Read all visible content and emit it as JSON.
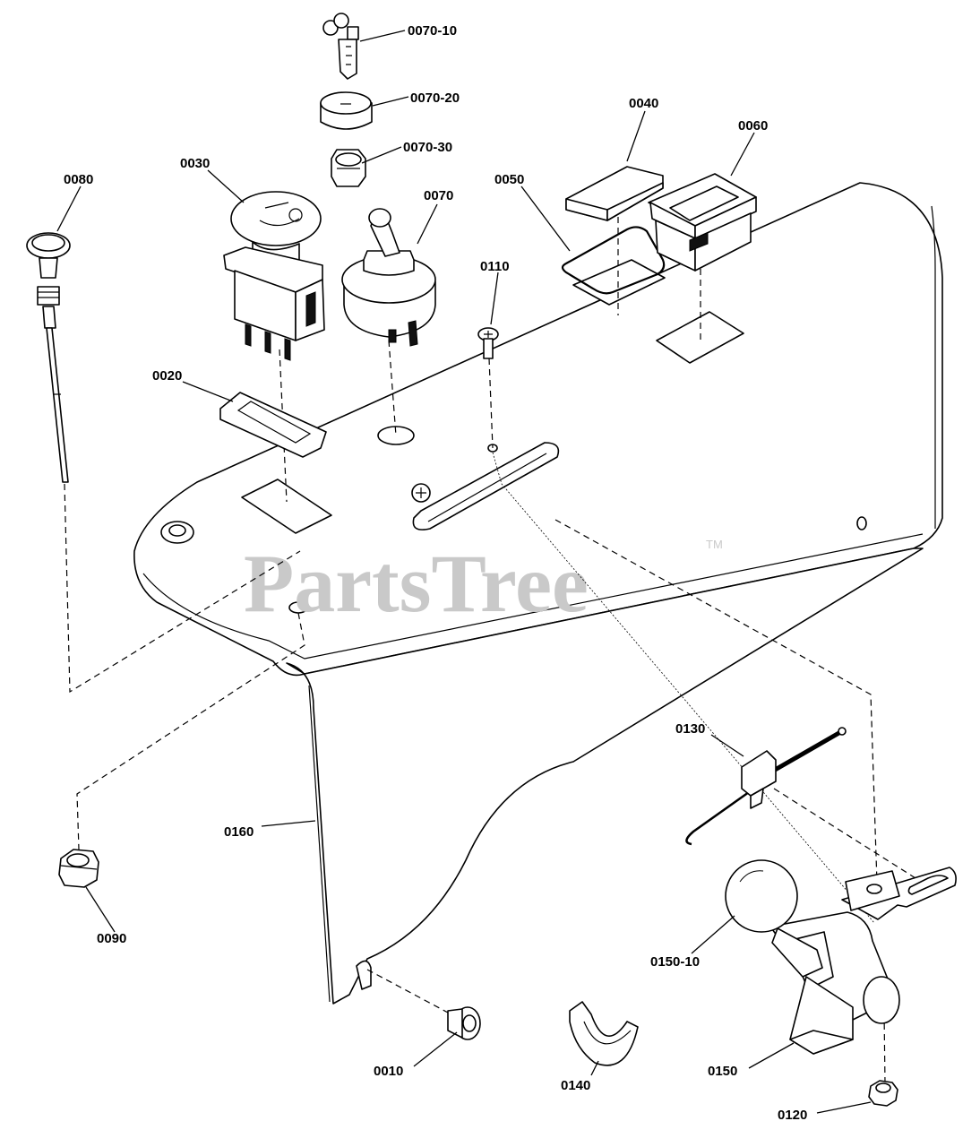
{
  "watermark": {
    "text": "PartsTree",
    "trademark": "TM"
  },
  "labels": {
    "p0070_10": "0070-10",
    "p0070_20": "0070-20",
    "p0070_30": "0070-30",
    "p0080": "0080",
    "p0030": "0030",
    "p0070": "0070",
    "p0050": "0050",
    "p0040": "0040",
    "p0060": "0060",
    "p0110": "0110",
    "p0020": "0020",
    "p0130": "0130",
    "p0160": "0160",
    "p0090": "0090",
    "p0150_10": "0150-10",
    "p0010": "0010",
    "p0140": "0140",
    "p0150": "0150",
    "p0120": "0120"
  }
}
